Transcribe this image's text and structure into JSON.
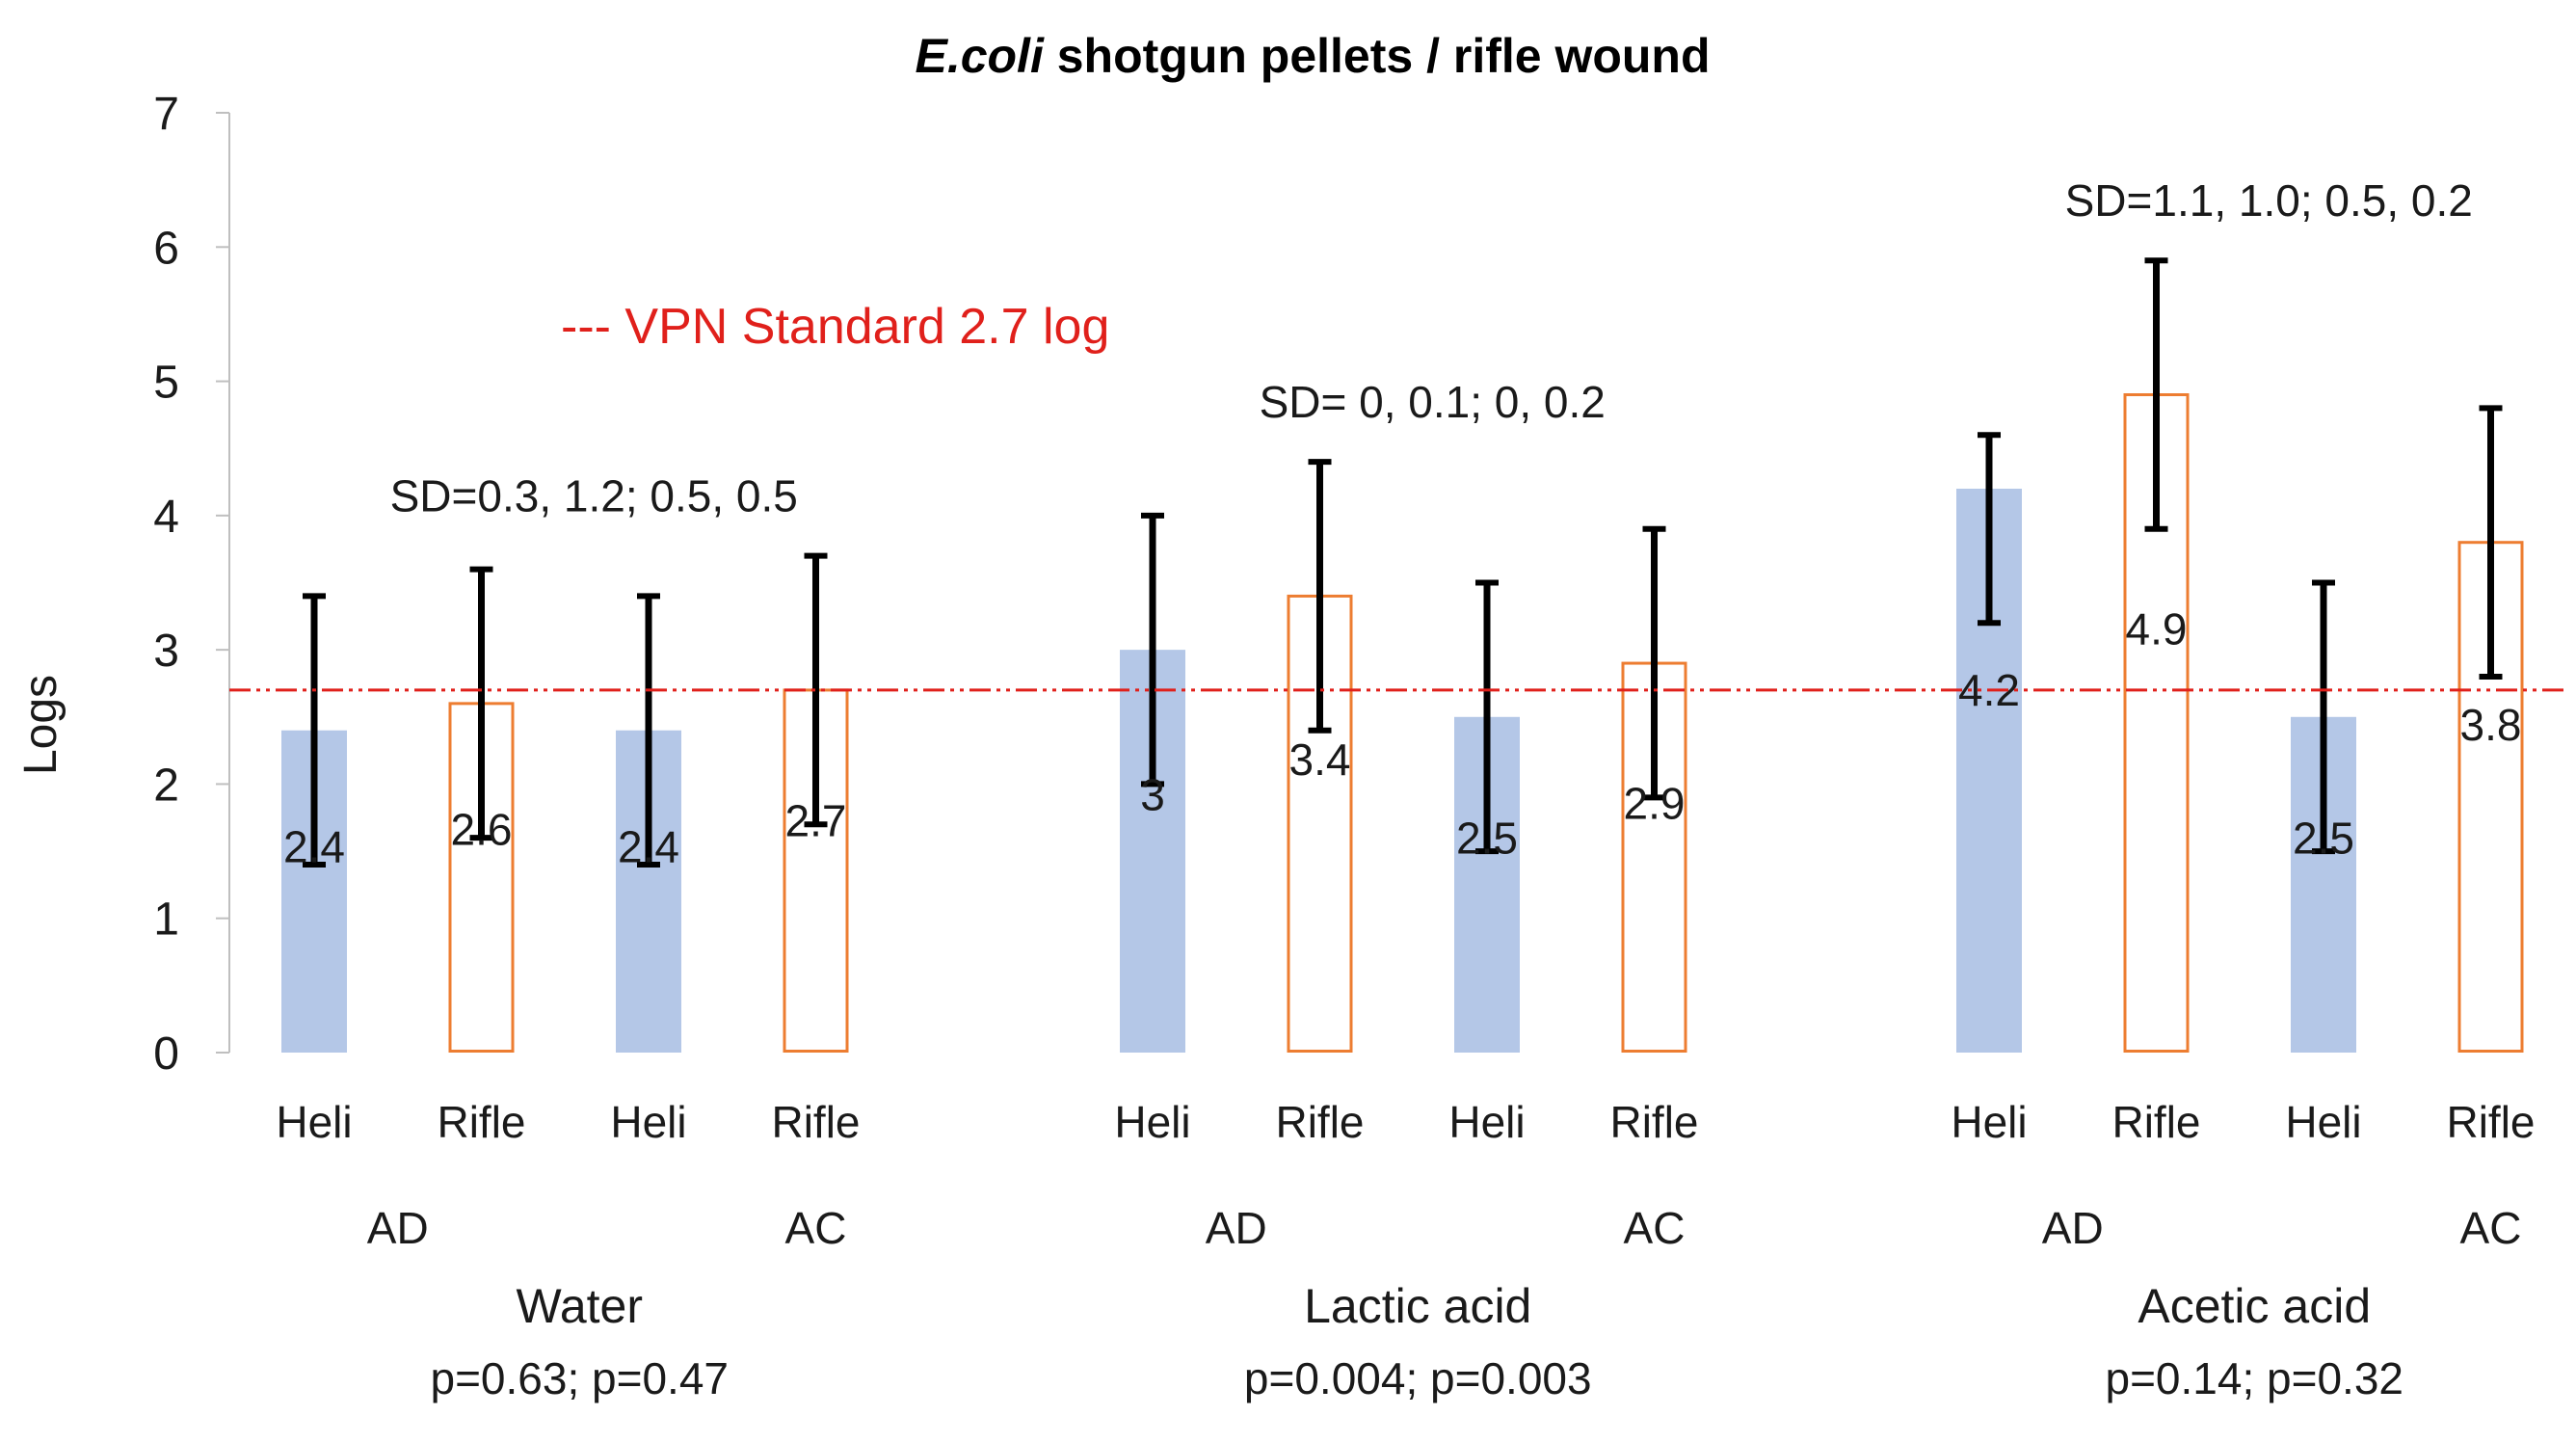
{
  "chart_data": {
    "type": "bar",
    "title": {
      "italic": "E.coli",
      "rest": " shotgun pellets / rifle wound"
    },
    "ylabel": "Logs",
    "ylim": [
      0,
      7
    ],
    "yticks": [
      "0",
      "1",
      "2",
      "3",
      "4",
      "5",
      "6",
      "7"
    ],
    "reference_line": {
      "value": 2.7,
      "label": "--- VPN Standard 2.7 log",
      "color": "#e0201b"
    },
    "colors": {
      "heli_fill": "#b4c7e7",
      "rifle_stroke": "#ed7d31",
      "error_bar": "#000000",
      "axis": "#bfbfbf"
    },
    "groups": [
      {
        "name": "Water",
        "pvalues": "p=0.63; p=0.47",
        "sd_text": "SD=0.3, 1.2;  0.5, 0.5",
        "subgroups": [
          {
            "name": "AD",
            "bars": [
              {
                "category": "Heli",
                "value": 2.4,
                "label": "2.4",
                "err_low": 1.4,
                "err_high": 3.4
              },
              {
                "category": "Rifle",
                "value": 2.6,
                "label": "2.6",
                "err_low": 1.6,
                "err_high": 3.6
              }
            ]
          },
          {
            "name": "AC",
            "bars": [
              {
                "category": "Heli",
                "value": 2.4,
                "label": "2.4",
                "err_low": 1.4,
                "err_high": 3.4
              },
              {
                "category": "Rifle",
                "value": 2.7,
                "label": "2.7",
                "err_low": 1.7,
                "err_high": 3.7
              }
            ]
          }
        ]
      },
      {
        "name": "Lactic acid",
        "pvalues": "p=0.004; p=0.003",
        "sd_text": "SD= 0, 0.1; 0, 0.2",
        "subgroups": [
          {
            "name": "AD",
            "bars": [
              {
                "category": "Heli",
                "value": 3.0,
                "label": "3",
                "err_low": 2.0,
                "err_high": 4.0
              },
              {
                "category": "Rifle",
                "value": 3.4,
                "label": "3.4",
                "err_low": 2.4,
                "err_high": 4.4
              }
            ]
          },
          {
            "name": "AC",
            "bars": [
              {
                "category": "Heli",
                "value": 2.5,
                "label": "2.5",
                "err_low": 1.5,
                "err_high": 3.5
              },
              {
                "category": "Rifle",
                "value": 2.9,
                "label": "2.9",
                "err_low": 1.9,
                "err_high": 3.9
              }
            ]
          }
        ]
      },
      {
        "name": "Acetic  acid",
        "pvalues": "p=0.14; p=0.32",
        "sd_text": "SD=1.1, 1.0;  0.5, 0.2",
        "subgroups": [
          {
            "name": "AD",
            "bars": [
              {
                "category": "Heli",
                "value": 4.2,
                "label": "4.2",
                "err_low": 3.2,
                "err_high": 4.6
              },
              {
                "category": "Rifle",
                "value": 4.9,
                "label": "4.9",
                "err_low": 3.9,
                "err_high": 5.9
              }
            ]
          },
          {
            "name": "AC",
            "bars": [
              {
                "category": "Heli",
                "value": 2.5,
                "label": "2.5",
                "err_low": 1.5,
                "err_high": 3.5
              },
              {
                "category": "Rifle",
                "value": 3.8,
                "label": "3.8",
                "err_low": 2.8,
                "err_high": 4.8
              }
            ]
          }
        ]
      }
    ]
  }
}
